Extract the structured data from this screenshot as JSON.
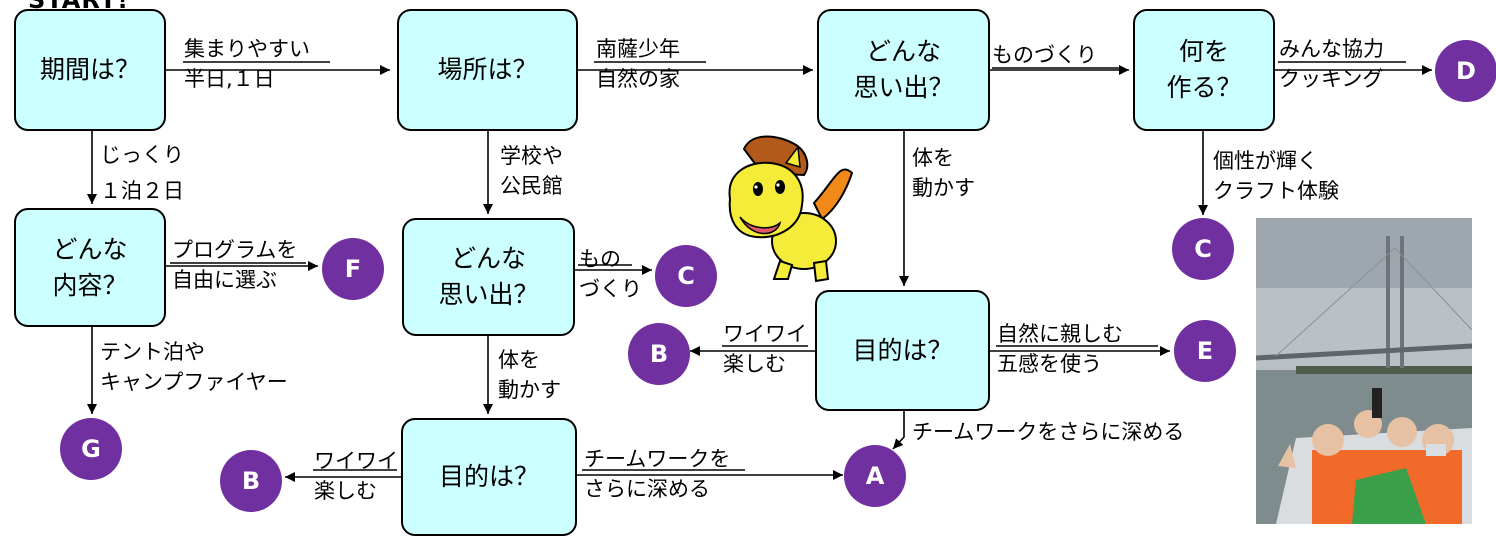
{
  "start_label": "START!",
  "nodes": {
    "period": "期間は？",
    "place": "場所は？",
    "memory_top": "どんな\n思い出？",
    "make": "何を\n作る？",
    "content": "どんな\n内容？",
    "memory_mid": "どんな\n思い出？",
    "purpose_right": "目的は？",
    "purpose_bottom": "目的は？"
  },
  "edges": {
    "short_stay": "集まりやすい\n半日,１日",
    "long_stay": "じっくり\n１泊２日",
    "nansatsu": "南薩少年\n自然の家",
    "school": "学校や\n公民館",
    "monozukuri_top": "ものづくり",
    "move_body_top": "体を\n動かす",
    "cooperate": "みんな協力\nクッキング",
    "craft": "個性が輝く\nクラフト体験",
    "free_choice": "プログラムを\n自由に選ぶ",
    "camp": "テント泊や\nキャンプファイヤー",
    "monozukuri_mid": "もの\nづくり",
    "move_body_mid": "体を\n動かす",
    "fun_right": "ワイワイ\n楽しむ",
    "nature": "自然に親しむ\n五感を使う",
    "teamwork_right": "チームワークをさらに深める",
    "fun_bottom": "ワイワイ\n楽しむ",
    "teamwork_bottom": "チームワークを\nさらに深める"
  },
  "terminals": {
    "d": "D",
    "c_top": "C",
    "f": "F",
    "c_mid": "C",
    "g": "G",
    "b_right": "B",
    "e": "E",
    "a": "A",
    "b_bottom": "B"
  },
  "colors": {
    "node_fill": "#ccffff",
    "terminal_fill": "#7030a0",
    "mascot_body": "#f4ec38",
    "mascot_mane": "#b25a1c",
    "mascot_wing": "#f28a1a",
    "photo_sky": "#b9c0c6",
    "life_jacket": "#f26a2a"
  }
}
